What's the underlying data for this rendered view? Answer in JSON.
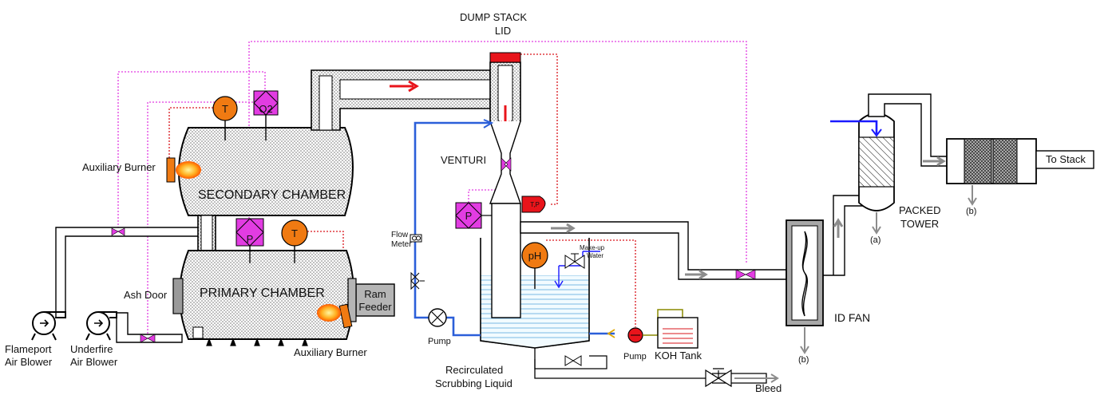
{
  "labels": {
    "dump_stack": "DUMP STACK",
    "lid": "LID",
    "venturi": "VENTURI",
    "secondary_chamber": "SECONDARY CHAMBER",
    "primary_chamber": "PRIMARY CHAMBER",
    "auxiliary_burner_top": "Auxiliary Burner",
    "auxiliary_burner_bottom": "Auxiliary Burner",
    "ash_door": "Ash Door",
    "ram_feeder_1": "Ram",
    "ram_feeder_2": "Feeder",
    "flameport_1": "Flameport",
    "flameport_2": "Air Blower",
    "underfire_1": "Underfire",
    "underfire_2": "Air Blower",
    "flow_meter_1": "Flow",
    "flow_meter_2": "Meter",
    "pump_left": "Pump",
    "pump_right": "Pump",
    "recirc_1": "Recirculated",
    "recirc_2": "Scrubbing Liquid",
    "makeup_1": "Make-up",
    "makeup_2": "Water",
    "koh_tank": "KOH Tank",
    "bleed": "Bleed",
    "id_fan": "ID FAN",
    "packed_1": "PACKED",
    "packed_2": "TOWER",
    "drain_a": "(a)",
    "drain_b_fan": "(b)",
    "drain_b_tower": "(b)",
    "to_stack": "To Stack"
  },
  "instruments": {
    "temp_secondary": "T",
    "o2_sensor": "O2",
    "pressure_primary": "P",
    "temp_primary": "T",
    "pressure_venturi": "P",
    "tp_controller": "T,P",
    "ph_sensor": "pH"
  },
  "colors": {
    "instrument_magenta": "#e23ce2",
    "instrument_orange": "#f07a12",
    "flow_arrow_red": "#e8141b",
    "liquid_blue": "#2b5fd9",
    "ash_door_gray": "#9a9a9a",
    "id_fan_gray": "#a8a8a8"
  }
}
